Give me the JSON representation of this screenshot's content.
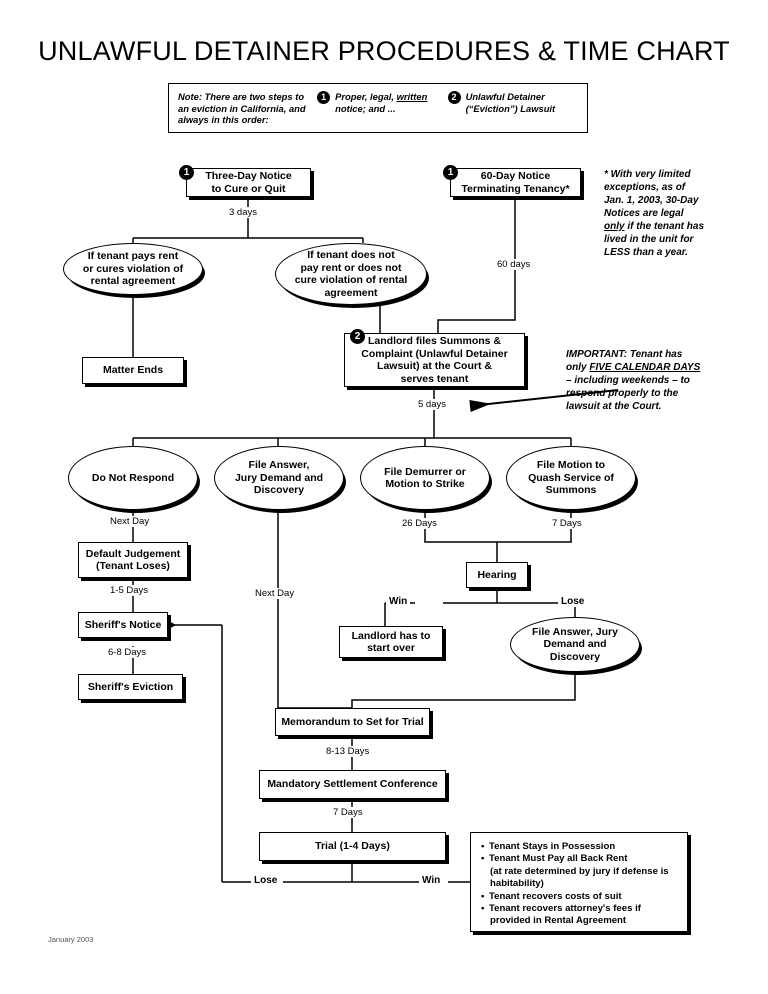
{
  "document": {
    "title": "UNLAWFUL DETAINER PROCEDURES & TIME CHART",
    "footer_date": "January 2003"
  },
  "note_box": {
    "intro": "Note: There are two steps to an eviction in California, and always in this order:",
    "step1_number": "1",
    "step1_pre": "Proper, legal, ",
    "step1_underlined": "written",
    "step1_post": " notice; and ...",
    "step2_number": "2",
    "step2_line1": "Unlawful Detainer",
    "step2_line2": "(“Eviction”) Lawsuit"
  },
  "annotations": {
    "footnote_60day": "*  With very limited exceptions, as of Jan. 1, 2003, 30-Day Notices are legal only if the tenant has lived in the unit for LESS than a year.",
    "footnote_60day_line1": "*  With very limited",
    "footnote_60day_line2": "exceptions, as of",
    "footnote_60day_line3": "Jan. 1, 2003, 30-Day",
    "footnote_60day_line4": "Notices are legal",
    "footnote_60day_line5a": "only",
    "footnote_60day_line5b": " if the tenant has",
    "footnote_60day_line6": "lived in the unit for",
    "footnote_60day_line7": "LESS than a year.",
    "important_line1a": "IMPORTANT: Tenant has",
    "important_line2a": "only ",
    "important_line2b": "FIVE CALENDAR DAYS",
    "important_line3": "– including weekends – to",
    "important_line4": "respond properly to the",
    "important_line5": "lawsuit at the Court."
  },
  "nodes": {
    "three_day_notice": {
      "badge": "1",
      "line1": "Three-Day Notice",
      "line2": "to Cure or Quit"
    },
    "sixty_day_notice": {
      "badge": "1",
      "line1": "60-Day Notice",
      "line2": "Terminating Tenancy*"
    },
    "tenant_cures": {
      "line1": "If tenant pays rent",
      "line2": "or cures violation of",
      "line3": "rental agreement"
    },
    "tenant_does_not_cure": {
      "line1": "If tenant does not",
      "line2": "pay rent or does not",
      "line3": "cure violation of rental",
      "line4": "agreement"
    },
    "matter_ends": {
      "line1": "Matter Ends"
    },
    "landlord_files": {
      "badge": "2",
      "line1": "Landlord files Summons &",
      "line2": "Complaint (Unlawful Detainer",
      "line3": "Lawsuit) at the Court &",
      "line4": "serves tenant"
    },
    "do_not_respond": {
      "line1": "Do Not Respond"
    },
    "file_answer_top": {
      "line1": "File Answer,",
      "line2": "Jury Demand and",
      "line3": "Discovery"
    },
    "file_demurrer": {
      "line1": "File Demurrer or",
      "line2": "Motion to Strike"
    },
    "file_motion_quash": {
      "line1": "File Motion to",
      "line2": "Quash Service of",
      "line3": "Summons"
    },
    "default_judgement": {
      "line1": "Default Judgement",
      "line2": "(Tenant Loses)"
    },
    "sheriffs_notice": {
      "line1": "Sheriff's Notice"
    },
    "sheriffs_eviction": {
      "line1": "Sheriff's Eviction"
    },
    "hearing": {
      "line1": "Hearing"
    },
    "landlord_start_over": {
      "line1": "Landlord has to",
      "line2": "start over"
    },
    "file_answer_bottom": {
      "line1": "File Answer, Jury",
      "line2": "Demand and",
      "line3": "Discovery"
    },
    "memorandum": {
      "line1": "Memorandum to Set for Trial"
    },
    "settlement_conference": {
      "line1": "Mandatory Settlement Conference"
    },
    "trial": {
      "line1": "Trial (1-4 Days)"
    }
  },
  "edge_labels": {
    "three_days": "3 days",
    "sixty_days": "60 days",
    "five_days": "5 days",
    "next_day_left": "Next Day",
    "next_day_middle": "Next Day",
    "twentysix_days": "26 Days",
    "seven_days_quash": "7 Days",
    "one_to_five_days": "1-5 Days",
    "six_to_eight_days": "6-8 Days",
    "hearing_win": "Win",
    "hearing_lose": "Lose",
    "eight_to_thirteen_days": "8-13 Days",
    "seven_days_trial": "7 Days",
    "trial_lose": "Lose",
    "trial_win": "Win"
  },
  "outcome_box": {
    "items": [
      {
        "text": "Tenant Stays in Possession",
        "cont": null
      },
      {
        "text": "Tenant Must Pay all Back Rent",
        "cont": "(at rate determined by jury if defense is habitability)"
      },
      {
        "text": "Tenant recovers costs of suit",
        "cont": null
      },
      {
        "text": "Tenant recovers attorney's fees if",
        "cont": "provided in Rental Agreement"
      }
    ]
  },
  "colors": {
    "ink": "#000000",
    "paper": "#ffffff",
    "muted": "#555555"
  }
}
